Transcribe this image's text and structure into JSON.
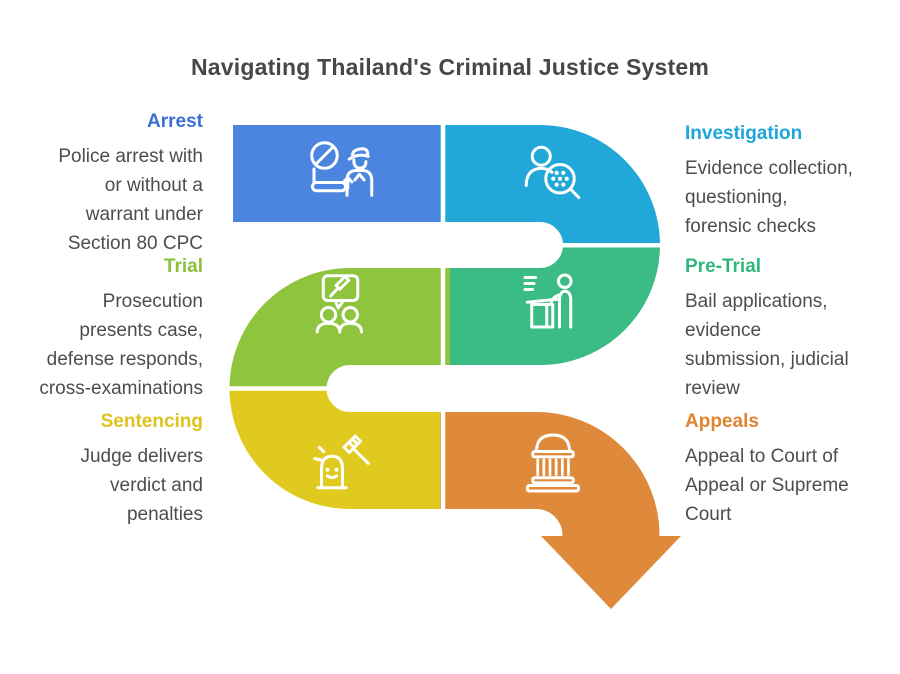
{
  "title": "Navigating Thailand's Criminal Justice System",
  "title_color": "#474747",
  "text_color": "#4d4d4d",
  "background_color": "#ffffff",
  "stages": [
    {
      "label": "Arrest",
      "desc": "Police arrest with\nor without a\nwarrant under\nSection 80 CPC",
      "color": "#4c85e0",
      "label_color": "#3c6ed6",
      "icon": "police-officer-icon",
      "side": "left"
    },
    {
      "label": "Investigation",
      "desc": "Evidence collection,\nquestioning,\nforensic checks",
      "color": "#22a8d8",
      "label_color": "#1ea5da",
      "icon": "forensic-magnifier-icon",
      "side": "right"
    },
    {
      "label": "Pre-Trial",
      "desc": "Bail applications,\nevidence\nsubmission, judicial\nreview",
      "color": "#3abc84",
      "label_color": "#2eb87a",
      "icon": "podium-speaker-icon",
      "side": "right"
    },
    {
      "label": "Trial",
      "desc": "Prosecution\npresents case,\ndefense responds,\ncross-examinations",
      "color": "#8fc43e",
      "label_color": "#8ac13c",
      "icon": "courtroom-debate-icon",
      "side": "left"
    },
    {
      "label": "Sentencing",
      "desc": "Judge delivers\nverdict and\npenalties",
      "color": "#e1ca1f",
      "label_color": "#dfc31d",
      "icon": "gavel-verdict-icon",
      "side": "left"
    },
    {
      "label": "Appeals",
      "desc": "Appeal to Court of\nAppeal or Supreme\nCourt",
      "color": "#df8a3a",
      "label_color": "#df8430",
      "icon": "courthouse-icon",
      "side": "right"
    }
  ]
}
